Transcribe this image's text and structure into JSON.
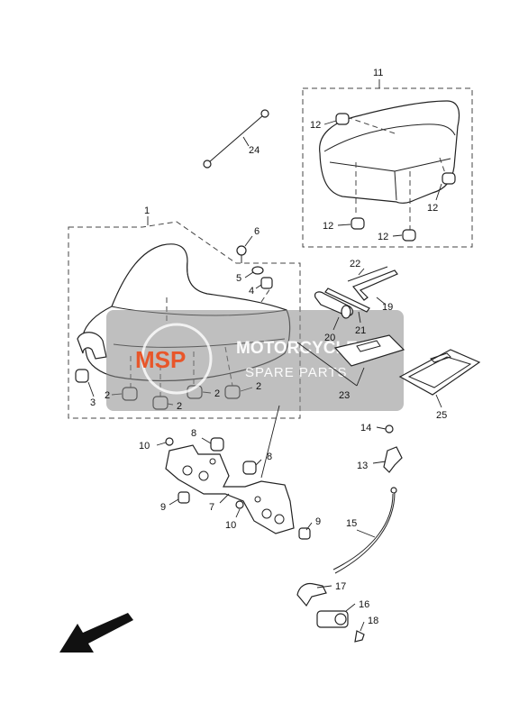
{
  "watermark": {
    "logo": "MSP",
    "line1": "MOTORCYCLE",
    "line2": "SPARE PARTS",
    "accent_color": "#e8562a",
    "band_color": "#8a8a8a"
  },
  "callouts": {
    "c1": "1",
    "c2a": "2",
    "c2b": "2",
    "c2c": "2",
    "c2d": "2",
    "c3": "3",
    "c4": "4",
    "c5": "5",
    "c6": "6",
    "c7": "7",
    "c8a": "8",
    "c8b": "8",
    "c9a": "9",
    "c9b": "9",
    "c10a": "10",
    "c10b": "10",
    "c11": "11",
    "c12a": "12",
    "c12b": "12",
    "c12c": "12",
    "c12d": "12",
    "c13": "13",
    "c14": "14",
    "c15": "15",
    "c16": "16",
    "c17": "17",
    "c18": "18",
    "c19": "19",
    "c20": "20",
    "c21": "21",
    "c22": "22",
    "c23": "23",
    "c24": "24",
    "c25": "25"
  },
  "icons": {
    "direction": "front-arrow-icon"
  }
}
